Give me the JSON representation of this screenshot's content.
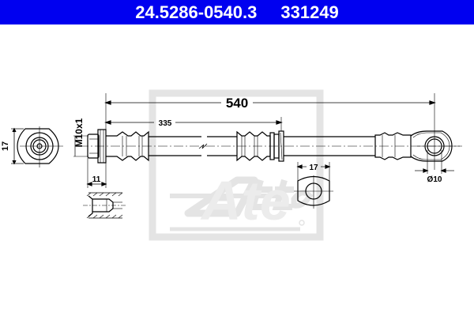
{
  "header": {
    "part_number": "24.5286-0540.3",
    "ref_number": "331249",
    "background": "#0000f0",
    "text_color": "#ffffff"
  },
  "drawing": {
    "subject": "brake hose",
    "dimensions": {
      "overall_length": "540",
      "partial_length": "335",
      "thread": "M10x1",
      "fitting_width_left": "17",
      "thread_length": "11",
      "fitting_width_mid": "17",
      "eye_diameter": "Ø10"
    },
    "watermark": {
      "logo": "Ate",
      "color": "#e6e6e6"
    }
  }
}
